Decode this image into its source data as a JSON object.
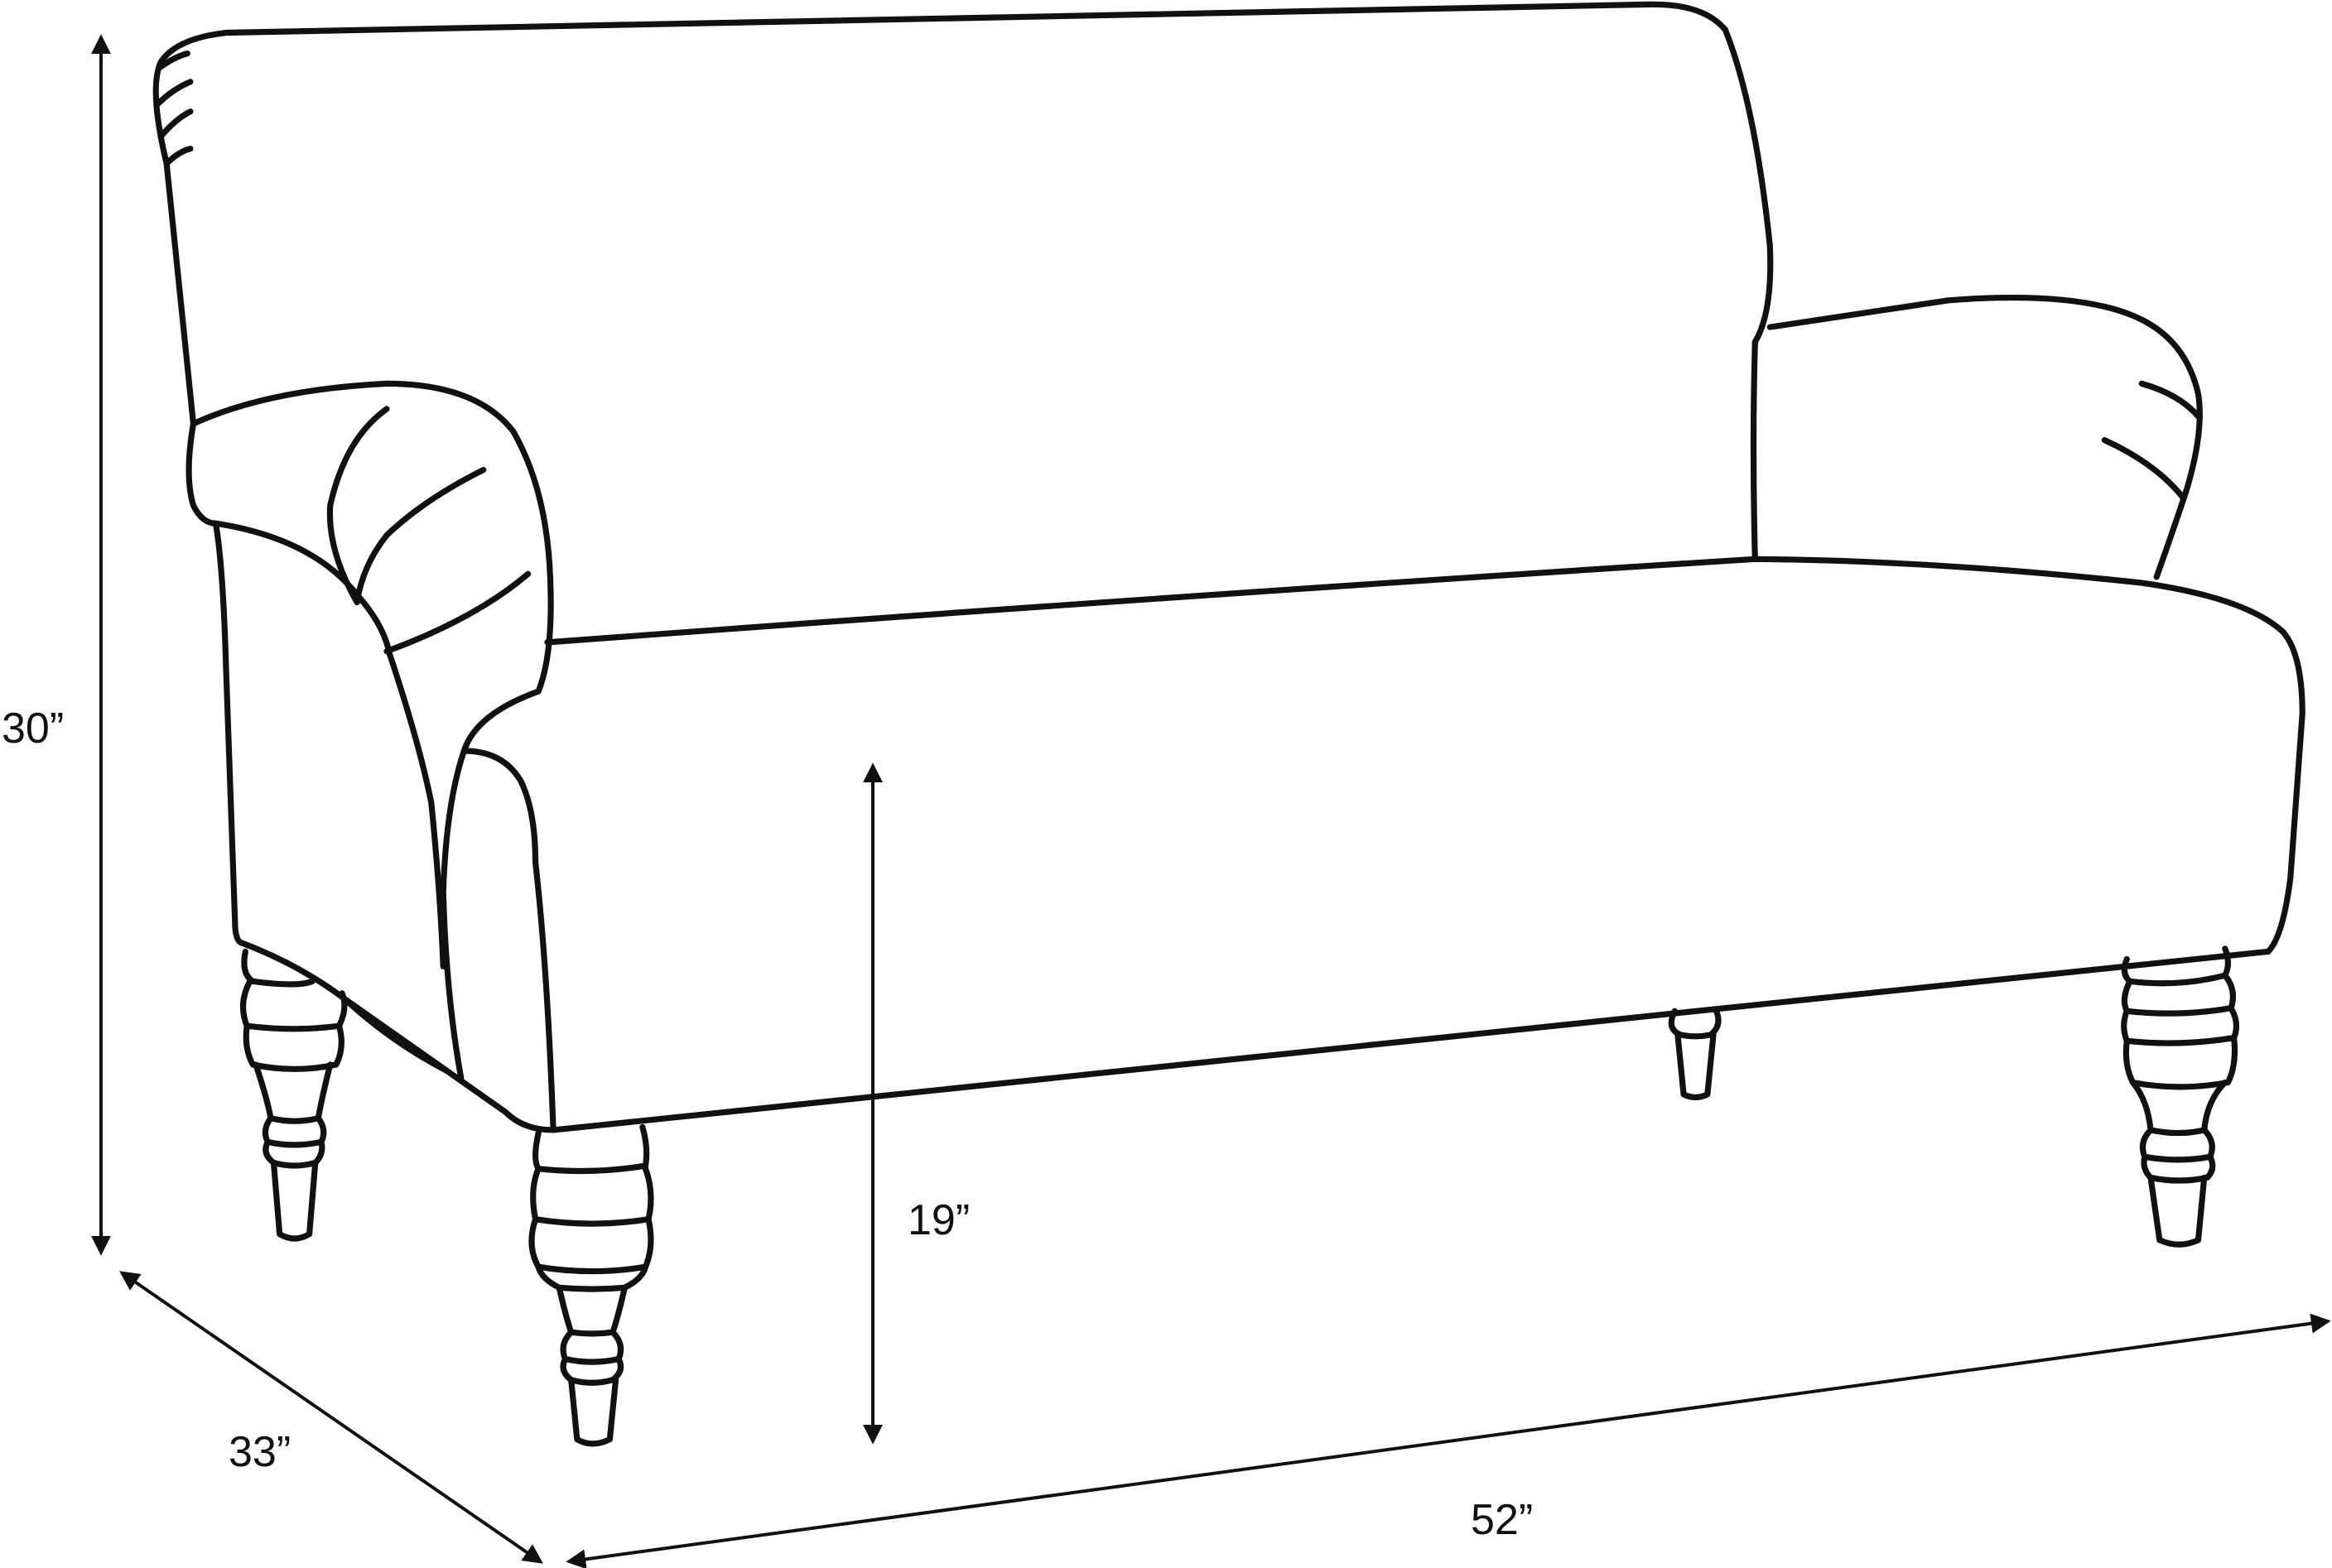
{
  "colors": {
    "background": "#ffffff",
    "line": "#111111"
  },
  "dimensions": {
    "height": {
      "label": "30”",
      "value_in": 30
    },
    "seat_height": {
      "label": "19”",
      "value_in": 19
    },
    "depth": {
      "label": "33”",
      "value_in": 33
    },
    "width": {
      "label": "52”",
      "value_in": 52
    }
  }
}
